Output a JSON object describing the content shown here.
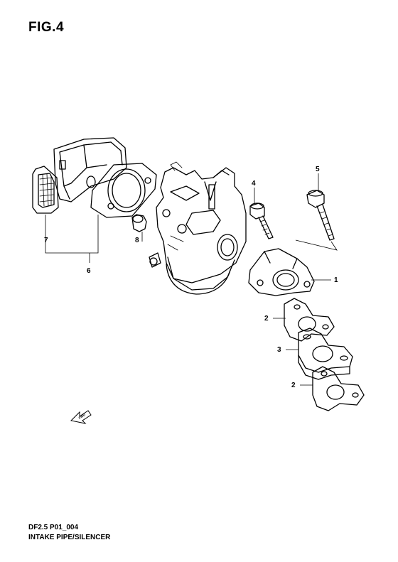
{
  "figure": {
    "title": "FIG.4",
    "code": "DF2.5 P01_004",
    "description": "INTAKE PIPE/SILENCER"
  },
  "callouts": {
    "c1": "1",
    "c2a": "2",
    "c2b": "2",
    "c3": "3",
    "c4": "4",
    "c5": "5",
    "c6": "6",
    "c7": "7",
    "c8": "8"
  },
  "direction": {
    "label": "FWD"
  }
}
